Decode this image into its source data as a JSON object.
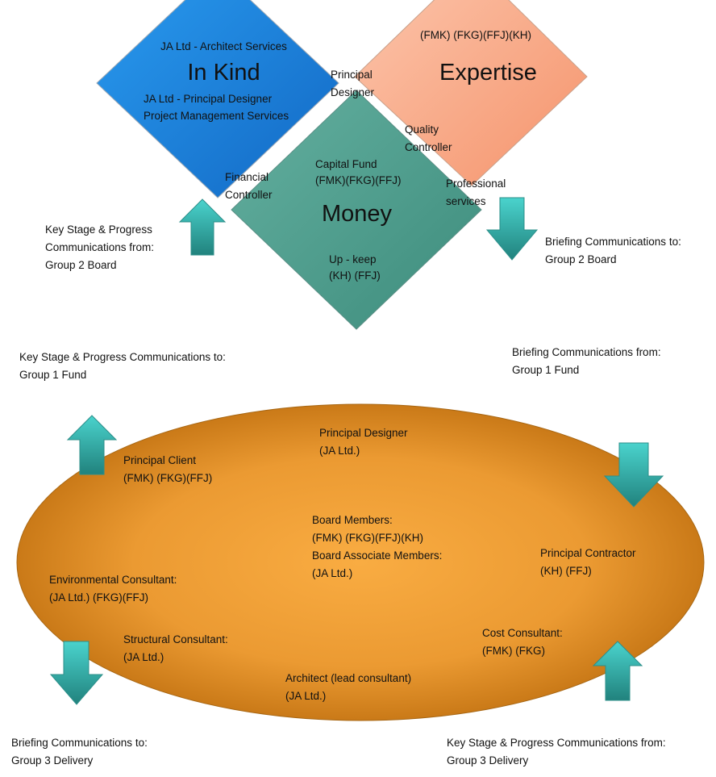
{
  "colors": {
    "in_kind": "#1a7fdc",
    "expertise": "#f8a888",
    "money": "#4e9f8e",
    "ellipse_center": "#f7a53c",
    "ellipse_edge": "#c2720e",
    "arrow": "#3bbab5"
  },
  "icons": {
    "arrow_up": "arrow-up-icon",
    "arrow_down": "arrow-down-icon"
  },
  "diamonds": {
    "in_kind": {
      "title": "In Kind",
      "line1": "JA Ltd - Architect Services",
      "line2": "JA Ltd - Principal Designer",
      "line3": "Project Management Services"
    },
    "expertise": {
      "title": "Expertise",
      "line1": "(FMK) (FKG)(FFJ)(KH)"
    },
    "money": {
      "title": "Money",
      "capital_label": "Capital Fund",
      "capital_members": "(FMK)(FKG)(FFJ)",
      "upkeep_label": "Up - keep",
      "upkeep_members": "(KH) (FFJ)"
    }
  },
  "roles": {
    "principal_designer": [
      "Principal",
      "Designer"
    ],
    "quality_controller": [
      "Quality",
      "Controller"
    ],
    "financial_controller": [
      "Financial",
      "Controller"
    ],
    "professional_services": [
      "Professional",
      "services"
    ]
  },
  "communications": {
    "group2_from": [
      "Key Stage & Progress",
      "Communications from:",
      "Group 2  Board"
    ],
    "group2_to": [
      "Briefing Communications to:",
      "Group 2  Board"
    ],
    "group1_to": [
      "Key Stage & Progress Communications to:",
      "Group 1 Fund"
    ],
    "group1_from": [
      "Briefing Communications from:",
      "Group 1 Fund"
    ],
    "group3_to": [
      "Briefing Communications to:",
      "Group 3 Delivery"
    ],
    "group3_from": [
      "Key Stage & Progress Communications from:",
      "Group 3 Delivery"
    ]
  },
  "ellipse": {
    "principal_designer": [
      "Principal Designer",
      "(JA Ltd.)"
    ],
    "principal_client": [
      "Principal Client",
      "(FMK) (FKG)(FFJ)"
    ],
    "board": [
      "Board Members:",
      "(FMK) (FKG)(FFJ)(KH)",
      "Board Associate Members:",
      "(JA Ltd.)"
    ],
    "principal_contractor": [
      "Principal Contractor",
      "(KH) (FFJ)"
    ],
    "environmental": [
      "Environmental Consultant:",
      "(JA Ltd.) (FKG)(FFJ)"
    ],
    "structural": [
      "Structural Consultant:",
      "(JA Ltd.)"
    ],
    "cost": [
      "Cost Consultant:",
      "(FMK) (FKG)"
    ],
    "architect": [
      "Architect (lead consultant)",
      "(JA Ltd.)"
    ]
  }
}
